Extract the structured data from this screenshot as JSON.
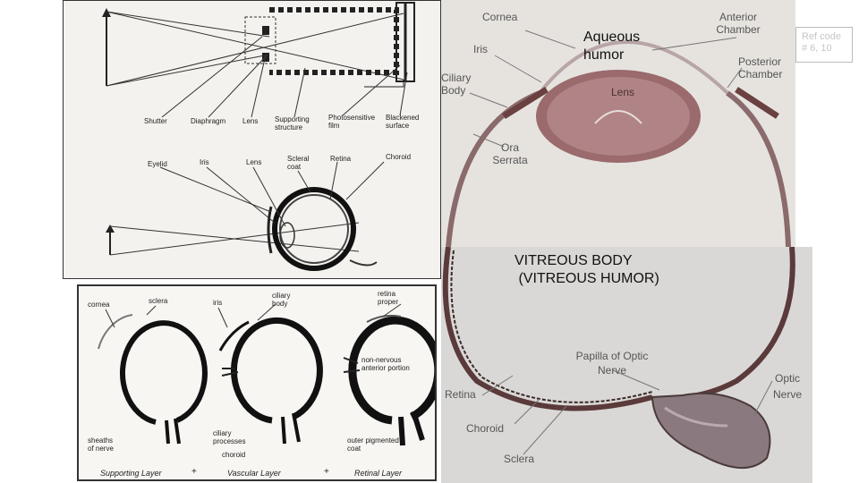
{
  "camera_panel": {
    "labels": {
      "shutter": "Shutter",
      "diaphragm": "Diaphragm",
      "lens": "Lens",
      "supporting_structure": "Supporting structure",
      "photosensitive_film": "Photosensitive film",
      "blackened_surface": "Blackened surface",
      "eyelid": "Eyelid",
      "iris": "Iris",
      "eye_lens": "Lens",
      "scleral_coat": "Scleral coat",
      "retina": "Retina",
      "choroid": "Choroid"
    }
  },
  "layers_panel": {
    "labels": {
      "cornea": "cornea",
      "sclera": "sclera",
      "iris": "iris",
      "ciliary_body": "ciliary body",
      "retina_proper": "retina proper",
      "non_nervous": "non-nervous anterior portion",
      "sheaths": "sheaths of nerve",
      "ciliary_processes": "ciliary processes",
      "choroid": "choroid",
      "outer_pigmented": "outer pigmented coat",
      "supporting_layer": "Supporting Layer",
      "plus1": "+",
      "vascular_layer": "Vascular Layer",
      "plus2": "+",
      "retinal_layer": "Retinal Layer"
    }
  },
  "eye_top_panel": {
    "labels": {
      "cornea": "Cornea",
      "anterior_chamber": "Anterior Chamber",
      "iris": "Iris",
      "posterior_chamber": "Posterior Chamber",
      "ciliary_body": "Ciliary Body",
      "lens": "Lens",
      "ora_serrata": "Ora Serrata"
    }
  },
  "eye_bottom_panel": {
    "labels": {
      "papilla": "Papilla of Optic Nerve",
      "optic_nerve": "Optic Nerve",
      "retina": "Retina",
      "choroid": "Choroid",
      "sclera": "Sclera"
    }
  },
  "overlay": {
    "aqueous_humor": "Aqueous\nhumor",
    "vitreous_body": "VITREOUS BODY\n (VITREOUS HUMOR)"
  },
  "ref_code": {
    "line1": "Ref code",
    "line2": "# 6, 10"
  }
}
